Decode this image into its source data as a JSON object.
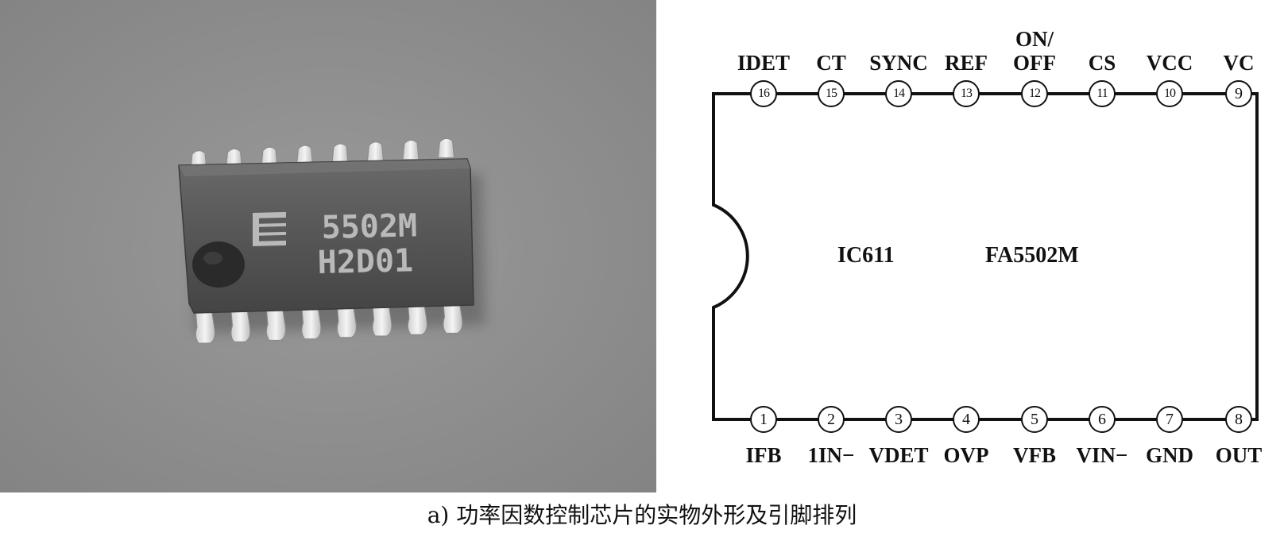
{
  "photo": {
    "chip_marking_line1": "5502M",
    "chip_marking_line2": "H2D01",
    "pin_count": 16
  },
  "diagram": {
    "designator": "IC611",
    "part_number": "FA5502M",
    "top_pins": [
      {
        "number": "16",
        "name": "IDET"
      },
      {
        "number": "15",
        "name": "CT"
      },
      {
        "number": "14",
        "name": "SYNC"
      },
      {
        "number": "13",
        "name": "REF"
      },
      {
        "number": "12",
        "name": "ON/\nOFF"
      },
      {
        "number": "11",
        "name": "CS"
      },
      {
        "number": "10",
        "name": "VCC"
      },
      {
        "number": "9",
        "name": "VC"
      }
    ],
    "bottom_pins": [
      {
        "number": "1",
        "name": "IFB"
      },
      {
        "number": "2",
        "name": "1IN−"
      },
      {
        "number": "3",
        "name": "VDET"
      },
      {
        "number": "4",
        "name": "OVP"
      },
      {
        "number": "5",
        "name": "VFB"
      },
      {
        "number": "6",
        "name": "VIN−"
      },
      {
        "number": "7",
        "name": "GND"
      },
      {
        "number": "8",
        "name": "OUT"
      }
    ]
  },
  "caption": "a) 功率因数控制芯片的实物外形及引脚排列"
}
